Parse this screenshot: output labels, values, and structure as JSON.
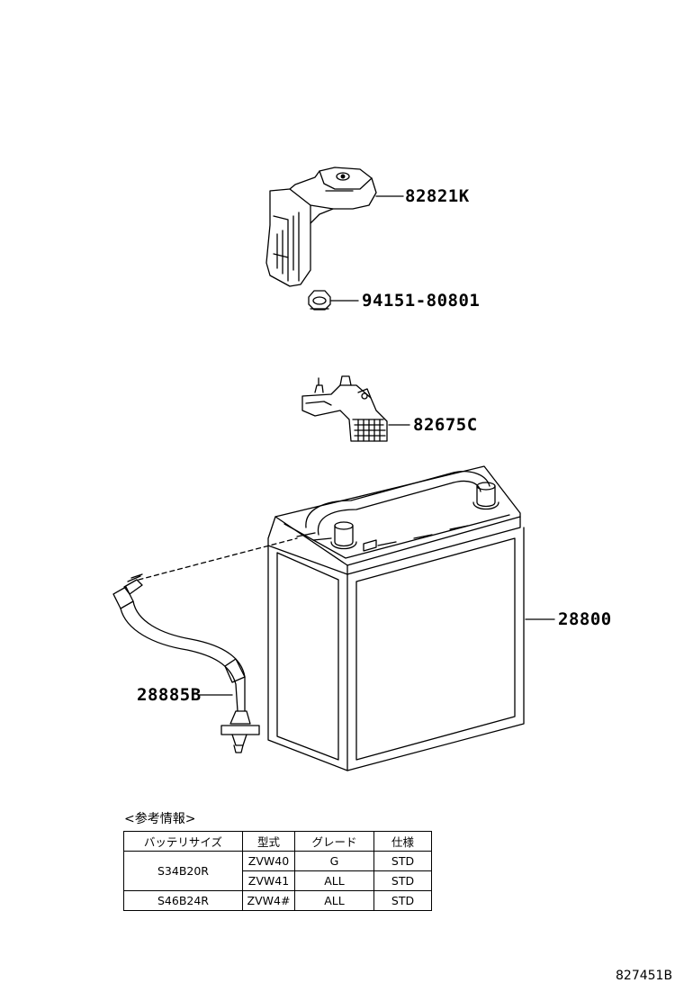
{
  "parts": {
    "cover": "82821K",
    "nut": "94151-80801",
    "clamp": "82675C",
    "battery": "28800",
    "hose": "28885B"
  },
  "reference": {
    "caption": "<参考情報>",
    "headers": [
      "バッテリサイズ",
      "型式",
      "グレード",
      "仕様"
    ],
    "rows": [
      {
        "size": "S34B20R",
        "model": "ZVW40",
        "grade": "G",
        "spec": "STD"
      },
      {
        "size": "",
        "model": "ZVW41",
        "grade": "ALL",
        "spec": "STD"
      },
      {
        "size": "S46B24R",
        "model": "ZVW4#",
        "grade": "ALL",
        "spec": "STD"
      }
    ]
  },
  "diagram_id": "827451B"
}
